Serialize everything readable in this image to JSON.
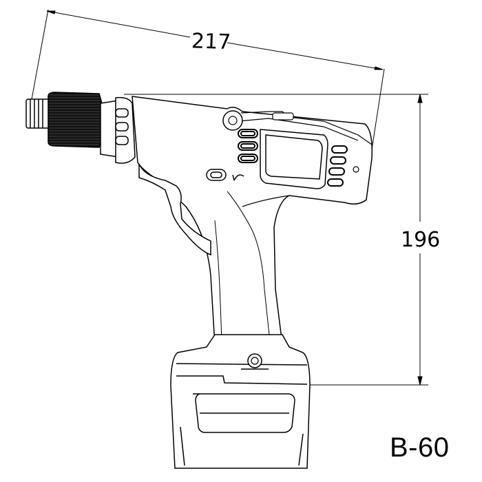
{
  "drawing": {
    "dimension_width": "217",
    "dimension_height": "196",
    "model": "B-60"
  },
  "colors": {
    "line": "#000000",
    "background": "#ffffff",
    "grip": "#111111"
  }
}
